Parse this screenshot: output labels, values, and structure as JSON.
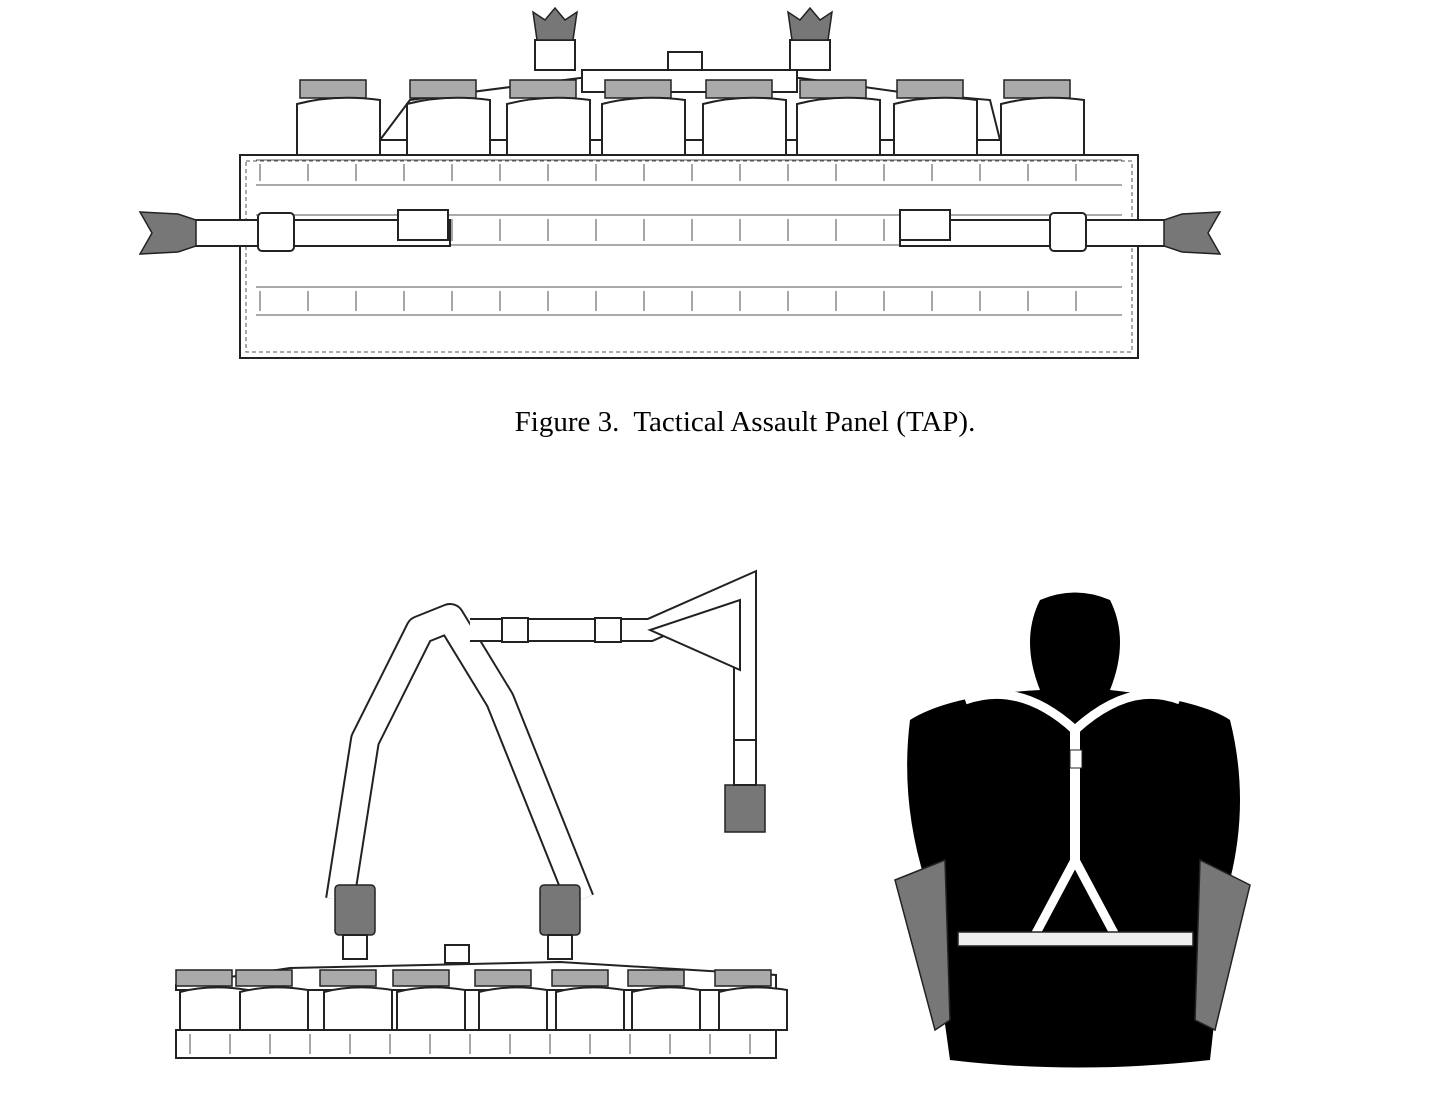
{
  "figure": {
    "caption": "Figure 3.  Tactical Assault Panel (TAP).",
    "illustrations": [
      "tactical-assault-panel-front",
      "tap-with-harness",
      "tap-worn-on-mannequin-back"
    ]
  }
}
